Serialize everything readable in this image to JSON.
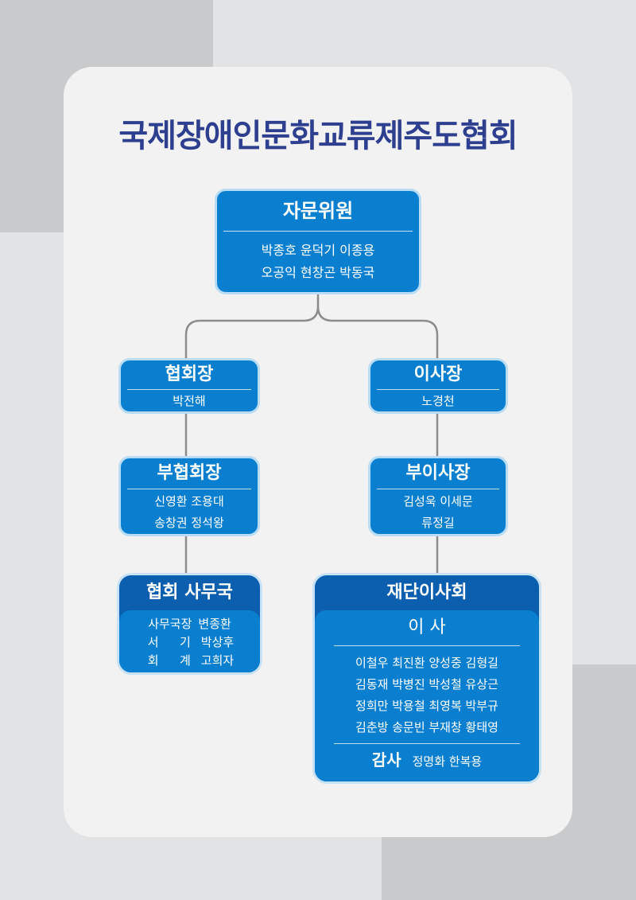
{
  "title": "국제장애인문화교류제주도협회",
  "advisors": {
    "head": "자문위원",
    "line1": "박종호 윤덕기 이종용",
    "line2": "오공익 현창곤 박동국"
  },
  "president": {
    "head": "협회장",
    "name": "박전해"
  },
  "chairman": {
    "head": "이사장",
    "name": "노경천"
  },
  "vice_president": {
    "head": "부협회장",
    "line1": "신영환 조용대",
    "line2": "송창권 정석왕"
  },
  "vice_chairman": {
    "head": "부이사장",
    "line1": "김성욱 이세문",
    "line2": "류정길"
  },
  "secretariat": {
    "head": "협회 사무국",
    "rows": [
      {
        "role": "사무국장",
        "name": "변종환"
      },
      {
        "role_a": "서",
        "role_b": "기",
        "name": "박상후"
      },
      {
        "role_a": "회",
        "role_b": "계",
        "name": "고희자"
      }
    ]
  },
  "board": {
    "head": "재단이사회",
    "directors_label": "이 사",
    "directors": [
      "이철우 최진환 양성중 김형길",
      "김동재 박병진 박성철 유상근",
      "정희만 박용철 최영복 박부규",
      "김춘방 송문빈 부재창 황태영"
    ],
    "auditor_label": "감사",
    "auditors": "정명화 한복용"
  },
  "colors": {
    "box": "#0a7fd0",
    "box_dark": "#0b5fae",
    "title": "#2e3f8f",
    "line": "#8c8c8c"
  }
}
